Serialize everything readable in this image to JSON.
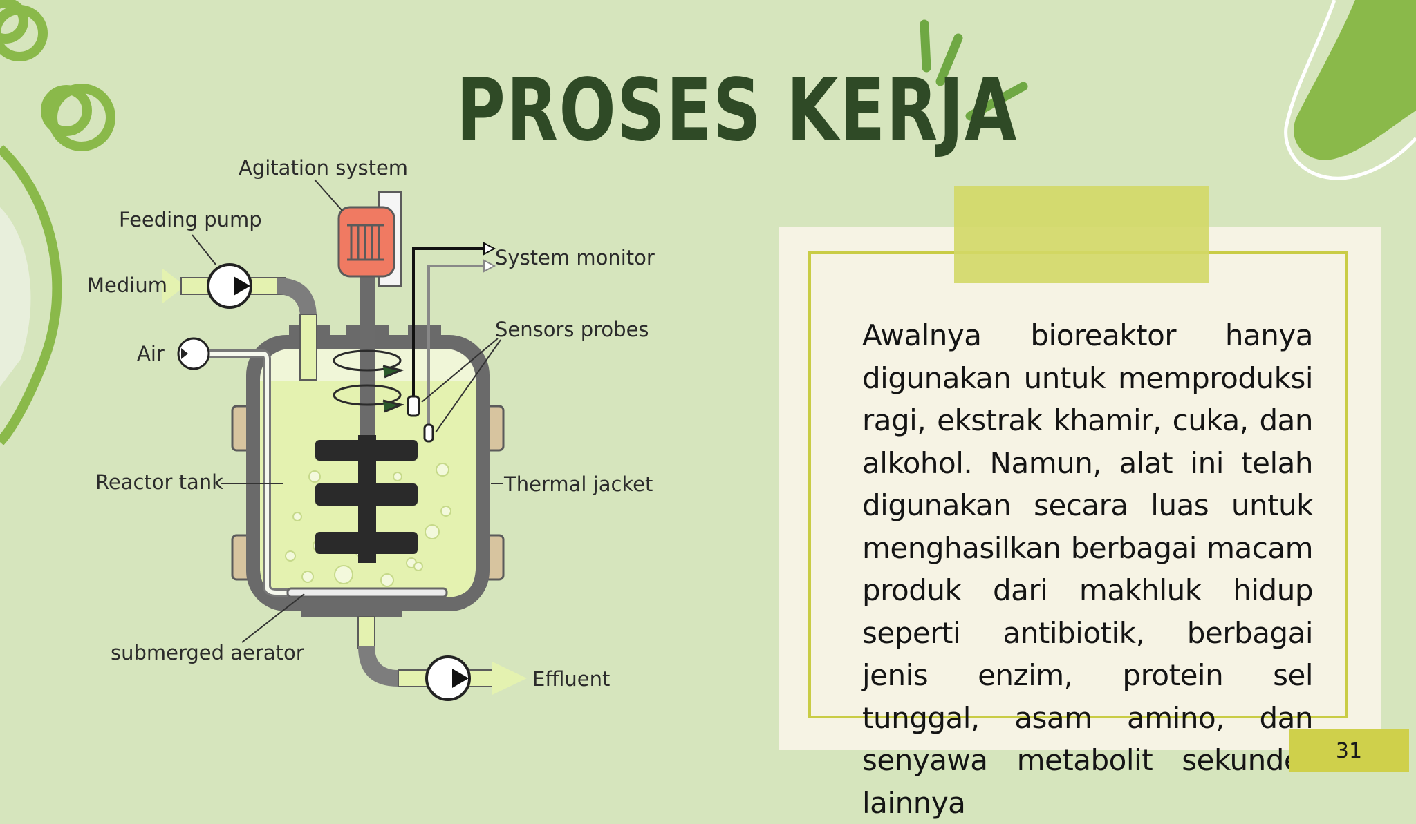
{
  "slide": {
    "title": "PROSES KERJA",
    "page_number": "31",
    "body_text": "Awalnya bioreaktor hanya digunakan untuk memproduksi ragi, ekstrak khamir, cuka, dan alkohol. Namun, alat ini telah digunakan secara luas untuk menghasilkan berbagai macam produk dari makhluk hidup seperti antibiotik, berbagai jenis enzim, protein sel tunggal, asam amino, dan senyawa metabolit sekunder lainnya"
  },
  "diagram": {
    "labels": {
      "agitation_system": "Agitation system",
      "feeding_pump": "Feeding pump",
      "medium": "Medium",
      "air": "Air",
      "system_monitor": "System monitor",
      "sensors_probes": "Sensors probes",
      "reactor_tank": "Reactor tank",
      "thermal_jacket": "Thermal jacket",
      "submerged_aerator": "submerged aerator",
      "effluent": "Effluent"
    }
  },
  "colors": {
    "background": "#d6e5bd",
    "title": "#2f4a26",
    "accent_green": "#8ab94a",
    "card": "#f6f3e4",
    "tape": "#d3d866",
    "liquid": "#e4f2b0",
    "motor": "#f07a62"
  }
}
